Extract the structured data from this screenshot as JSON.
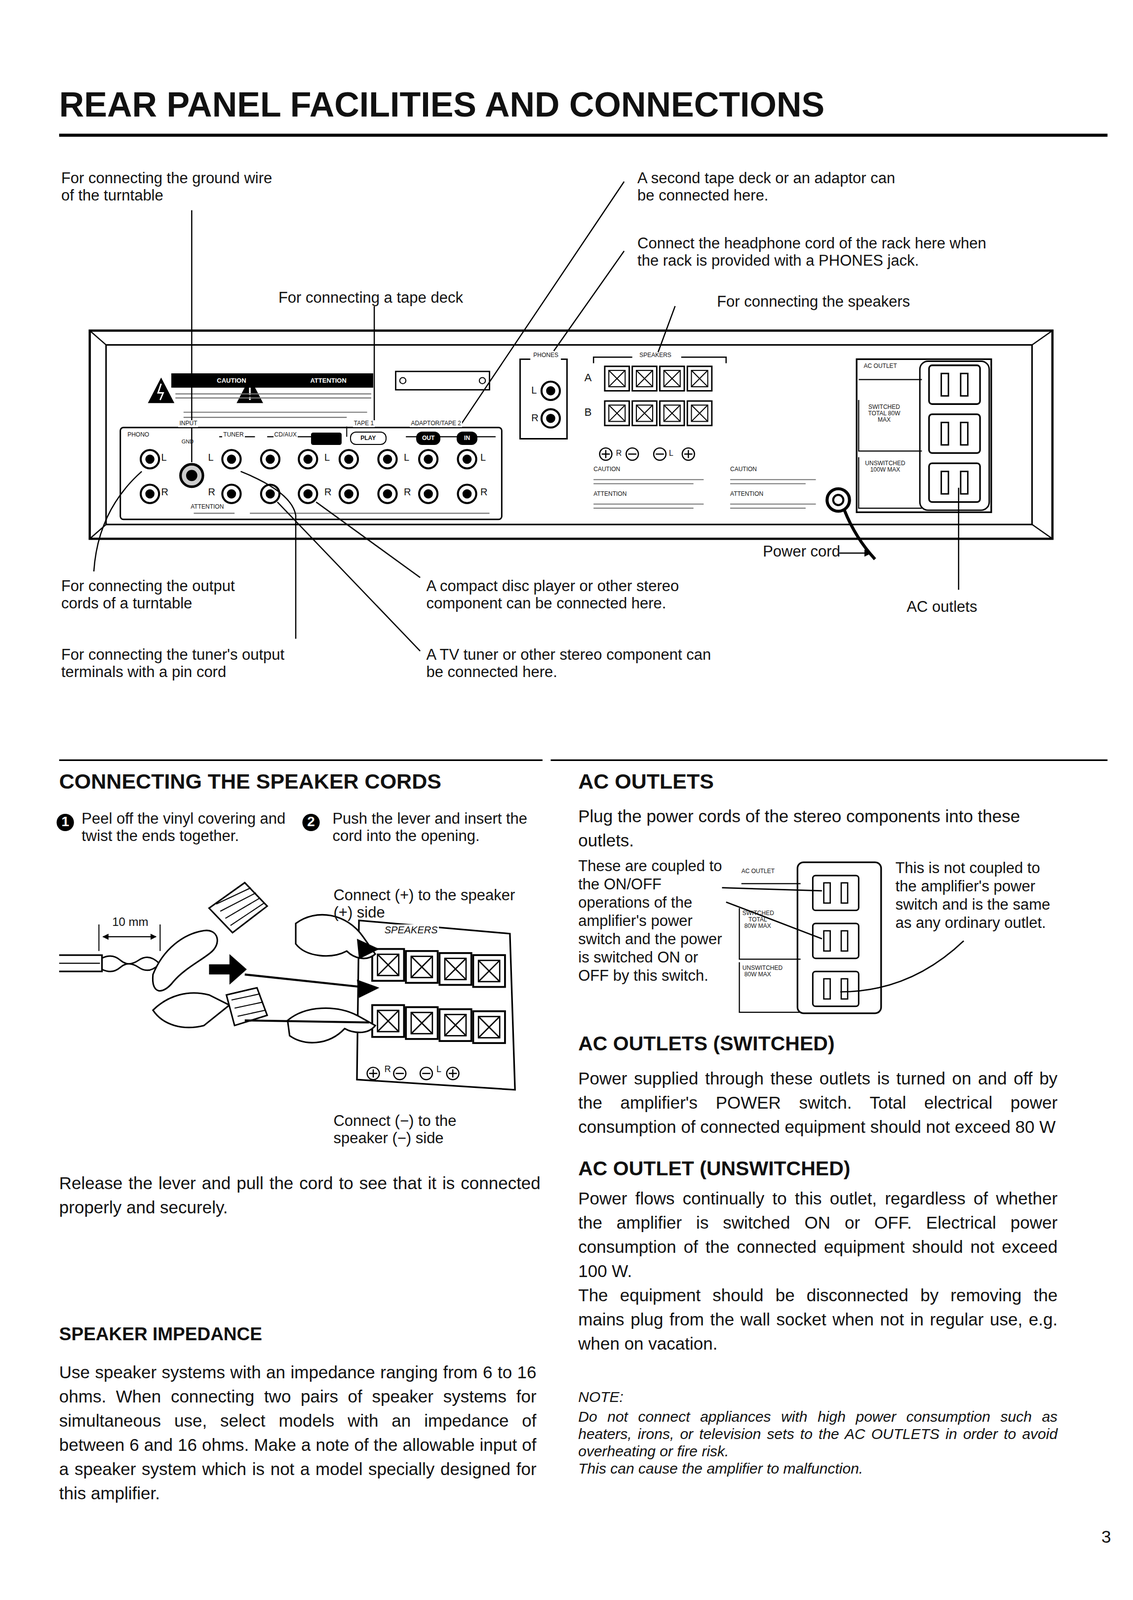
{
  "diagram": {
    "title": "REAR PANEL FACILITIES AND CONNECTIONS",
    "nodes": [
      {
        "text": [
          "CAUTION"
        ]
      },
      {
        "text": [
          "ATTENTION"
        ]
      },
      {
        "text": [
          "PLAY"
        ]
      },
      {
        "text": [
          "OUT"
        ]
      },
      {
        "text": [
          "IN"
        ]
      }
    ],
    "labels": [
      "For connecting the ground wire of the turntable",
      "A second tape deck or an adaptor can be connected here.",
      "Connect the headphone cord of the rack here when the rack is provided with a PHONES jack.",
      "For connecting a tape deck",
      "For connecting the speakers",
      "PHONES",
      "SPEAKERS",
      "AC OUTLET",
      "A",
      "B",
      "L",
      "R",
      "SWITCHED TOTAL 80W MAX",
      "UNSWITCHED 100W MAX",
      "INPUT",
      "TAPE 1",
      "ADAPTOR/TAPE 2",
      "PHONO",
      "TUNER",
      "CD/AUX",
      "GND",
      "L",
      "R",
      "L",
      "R",
      "L",
      "R",
      "L",
      "R",
      "L",
      "R",
      "R",
      "L",
      "CAUTION",
      "ATTENTION",
      "CAUTION",
      "ATTENTION",
      "ATTENTION",
      "Power cord",
      "For connecting the output cords of a turntable",
      "A compact disc player or other stereo component can be connected here.",
      "AC outlets",
      "For connecting the tuner's output terminals with a pin cord",
      "A TV tuner or other stereo component can be connected here.",
      "CONNECTING THE SPEAKER CORDS",
      "1",
      "Peel off the vinyl covering and twist the ends together.",
      "2",
      "Push the lever and insert the cord into the opening.",
      "10 mm",
      "Connect (+) to the speaker (+) side",
      "SPEAKERS",
      "R",
      "L",
      "Connect (−) to the speaker (−) side",
      "Release the lever and pull the cord to see that it is connected properly and securely.",
      "SPEAKER IMPEDANCE",
      "Use speaker systems with an impedance ranging from 6 to 16 ohms. When connecting two pairs of speaker systems for simultaneous use, select models with an impedance of between 6 and 16 ohms. Make a note of the allowable input of a speaker system which is not a model specially designed for this amplifier.",
      "AC OUTLETS",
      "Plug the power cords of the stereo components into these outlets.",
      "These are coupled to the ON/OFF operations of the amplifier's power switch and the power is switched ON or OFF by this switch.",
      "AC OUTLET",
      "SWITCHED TOTAL 80W MAX",
      "UNSWITCHED 80W MAX",
      "This is not coupled to the amplifier's power switch and is the same as any ordinary outlet.",
      "AC OUTLETS (SWITCHED)",
      "Power supplied through these outlets is turned on and off by the amplifier's POWER switch. Total electrical power consumption of connected equipment should not exceed 80 W",
      "AC OUTLET (UNSWITCHED)",
      "Power flows continually to this outlet, regardless of whether the amplifier is switched ON or OFF. Electrical power consumption of the connected equipment should not exceed 100 W.",
      "The equipment should be disconnected by removing the mains plug from the wall socket when not in regular use, e.g. when on vacation.",
      "NOTE:",
      "Do not connect appliances with high power consumption such as heaters, irons, or television sets to the AC OUTLETS in order to avoid overheating or fire risk.",
      "This can cause the amplifier to malfunction.",
      "3"
    ]
  }
}
